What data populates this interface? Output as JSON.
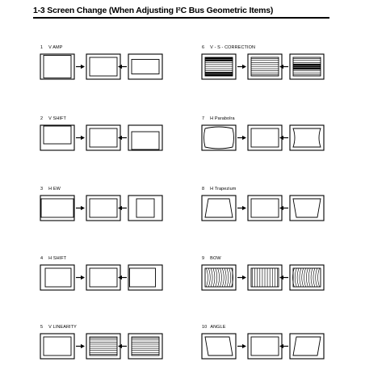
{
  "page": {
    "title": "1-3 Screen Change (When Adjusting I²C Bus Geometric Items)"
  },
  "items": [
    {
      "number": "1",
      "name": "V AMP"
    },
    {
      "number": "2",
      "name": "V SHIFT"
    },
    {
      "number": "3",
      "name": "H EW"
    },
    {
      "number": "4",
      "name": "H SHIFT"
    },
    {
      "number": "5",
      "name": "V LINEARITY"
    },
    {
      "number": "6",
      "name": "V - S - CORRECTION"
    },
    {
      "number": "7",
      "name": "H Parabolra"
    },
    {
      "number": "8",
      "name": "H Trapezium"
    },
    {
      "number": "9",
      "name": "BOW"
    },
    {
      "number": "10",
      "name": "ANGLE"
    }
  ],
  "icons": {
    "screen": "monitor-screen-icon",
    "arrow_right": "arrow-right-icon",
    "arrow_left": "arrow-left-icon"
  }
}
